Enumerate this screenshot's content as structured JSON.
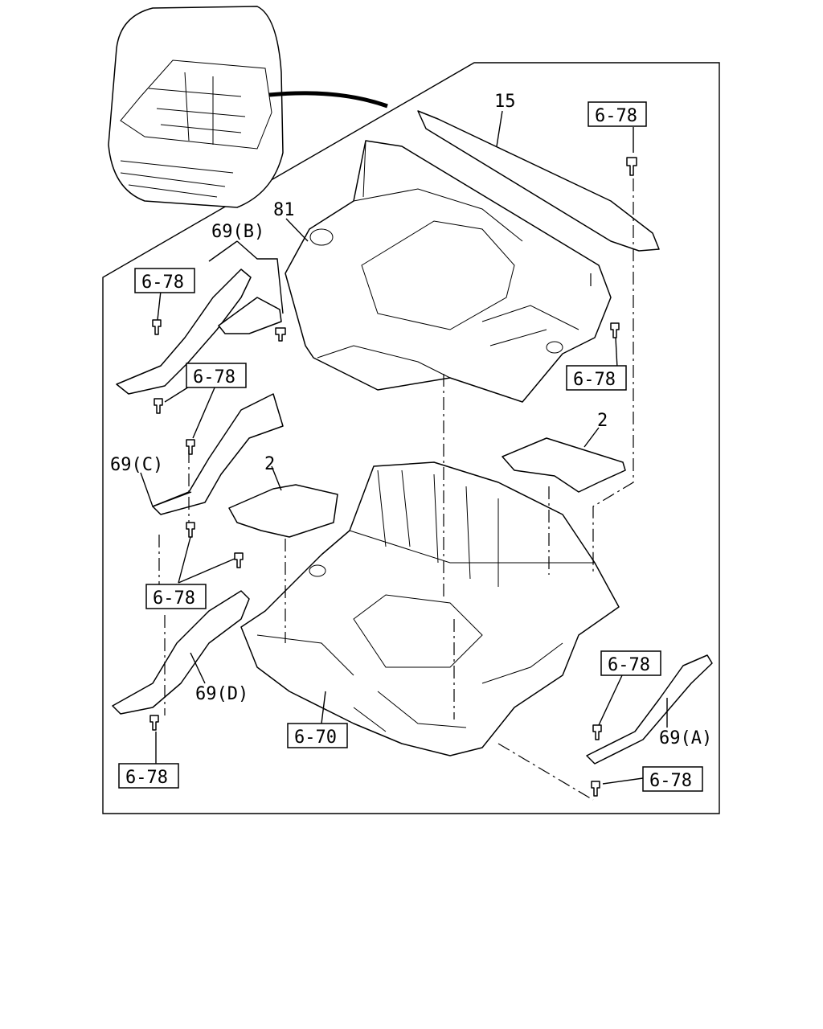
{
  "callouts": {
    "c15": "15",
    "c81": "81",
    "c69b": "69(B)",
    "c69c": "69(C)",
    "c69d": "69(D)",
    "c69a": "69(A)",
    "c2_right": "2",
    "c2_left": "2"
  },
  "refs": {
    "r_top_right": "6-78",
    "r_right_mid": "6-78",
    "r_left_top": "6-78",
    "r_left_mid": "6-78",
    "r_left_low": "6-78",
    "r_left_bottom": "6-78",
    "r_right_low": "6-78",
    "r_right_bottom": "6-78",
    "r_floor": "6-70"
  }
}
